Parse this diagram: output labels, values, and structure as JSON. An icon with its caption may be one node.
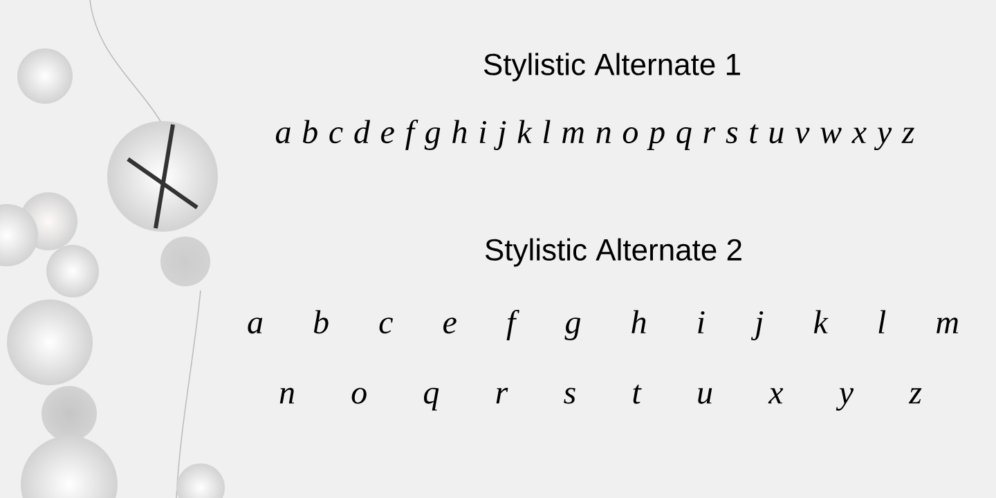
{
  "diagram": {
    "labels": [
      "Stylistic Alternate 1",
      "a b c d e f g h i j k l m n o p q r s t u v w x y z",
      "Stylistic Alternate 2",
      "a b c e f g h i j k l m",
      "n o q r s t u x y z"
    ]
  }
}
